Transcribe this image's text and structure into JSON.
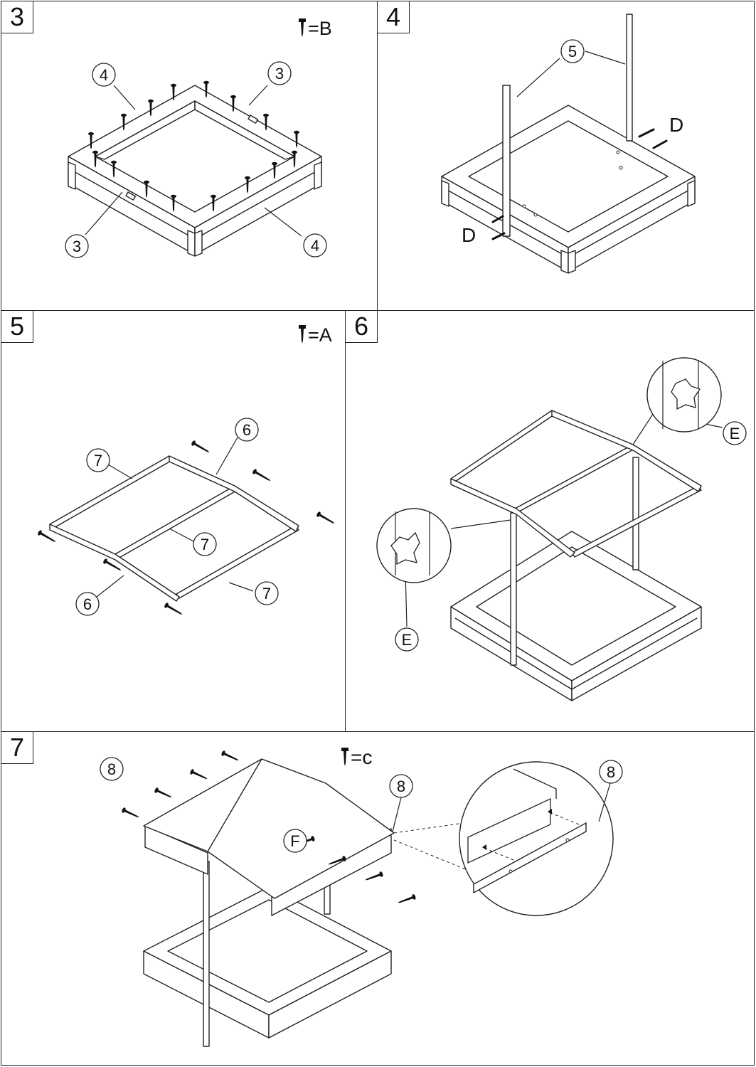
{
  "steps": [
    {
      "id": "3",
      "number": "3",
      "legend": "=B"
    },
    {
      "id": "4",
      "number": "4"
    },
    {
      "id": "5",
      "number": "5",
      "legend": "=A"
    },
    {
      "id": "6",
      "number": "6"
    },
    {
      "id": "7",
      "number": "7",
      "legend": "=c"
    }
  ],
  "callouts": {
    "s3": [
      "4",
      "3",
      "3",
      "4"
    ],
    "s4_part": "5",
    "s4_hardware": "D",
    "s5": [
      "7",
      "6",
      "7",
      "6",
      "7"
    ],
    "s6_hardware": "E",
    "s7_part": "8",
    "s7_panel": "F"
  },
  "colors": {
    "line": "#222222",
    "background": "#ffffff",
    "fill": "#ffffff"
  }
}
